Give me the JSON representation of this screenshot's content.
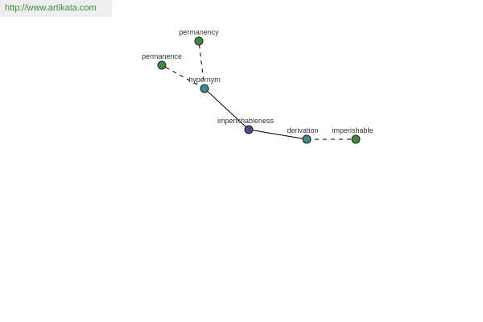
{
  "watermark": {
    "text": "http://www.artikata.com",
    "color": "#3d8c3d"
  },
  "graph": {
    "nodes": [
      {
        "id": "imperishableness",
        "label": "imperishableness",
        "kind": "center",
        "color": "#4a4a8c"
      },
      {
        "id": "hypernym",
        "label": "hypernym",
        "kind": "relation",
        "color": "#3d8a8a"
      },
      {
        "id": "derivation",
        "label": "derivation",
        "kind": "relation",
        "color": "#3d8a8a"
      },
      {
        "id": "permanency",
        "label": "permanency",
        "kind": "word",
        "color": "#3f8a3f"
      },
      {
        "id": "permanence",
        "label": "permanence",
        "kind": "word",
        "color": "#3f8a3f"
      },
      {
        "id": "imperishable",
        "label": "imperishable",
        "kind": "word",
        "color": "#3f8a3f"
      }
    ],
    "edges": [
      {
        "from": "imperishableness",
        "to": "hypernym",
        "style": "solid"
      },
      {
        "from": "imperishableness",
        "to": "derivation",
        "style": "solid"
      },
      {
        "from": "hypernym",
        "to": "permanency",
        "style": "dashed"
      },
      {
        "from": "hypernym",
        "to": "permanence",
        "style": "dashed"
      },
      {
        "from": "derivation",
        "to": "imperishable",
        "style": "dashed"
      }
    ]
  }
}
